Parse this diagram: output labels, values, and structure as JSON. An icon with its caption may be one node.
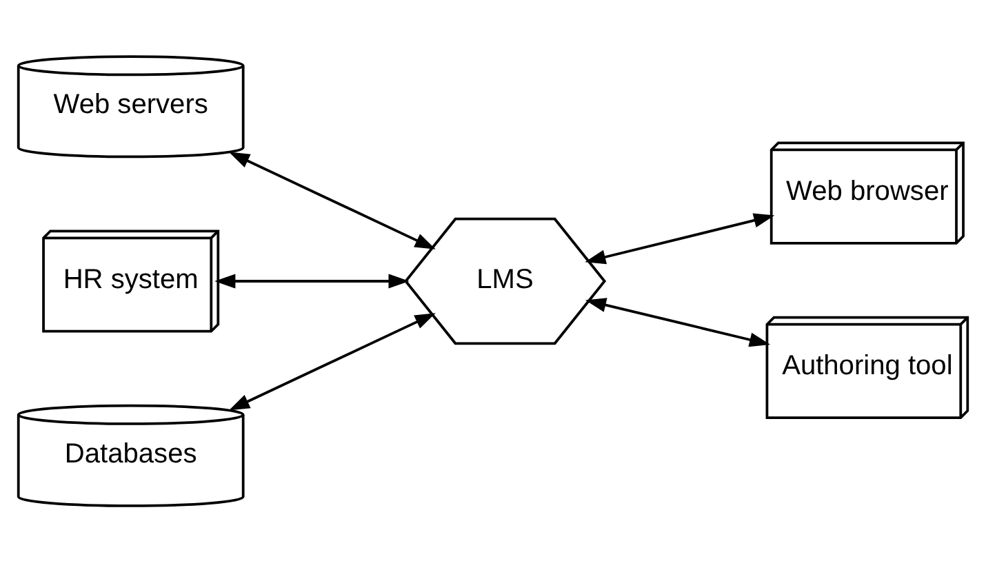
{
  "diagram": {
    "nodes": [
      {
        "text": [
          "Web servers"
        ]
      },
      {
        "text": [
          "HR system"
        ]
      },
      {
        "text": [
          "Databases"
        ]
      },
      {
        "text": [
          "LMS"
        ]
      },
      {
        "text": [
          "Web browser"
        ]
      },
      {
        "text": [
          "Authoring tool"
        ]
      }
    ],
    "edges": [
      {
        "from": 0,
        "to": 3,
        "arrow": "both"
      },
      {
        "from": 1,
        "to": 3,
        "arrow": "both"
      },
      {
        "from": 2,
        "to": 3,
        "arrow": "both"
      },
      {
        "from": 3,
        "to": 4,
        "arrow": "both"
      },
      {
        "from": 3,
        "to": 5,
        "arrow": "both"
      }
    ]
  }
}
